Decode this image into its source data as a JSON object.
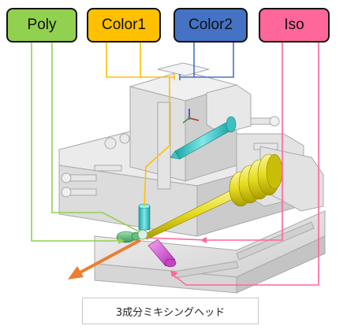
{
  "labels": {
    "poly": "Poly",
    "color1": "Color1",
    "color2": "Color2",
    "iso": "Iso"
  },
  "caption": "3成分ミキシングヘッド",
  "colors": {
    "poly_box": "#92d050",
    "color1_box": "#ffc000",
    "color2_box": "#4472c4",
    "iso_box": "#ff6699",
    "poly_line": "#92d050",
    "color1_line": "#ffc000",
    "color2_line": "#4472c4",
    "iso_line": "#ff6699",
    "flow_arrow": "#ed7d31"
  }
}
